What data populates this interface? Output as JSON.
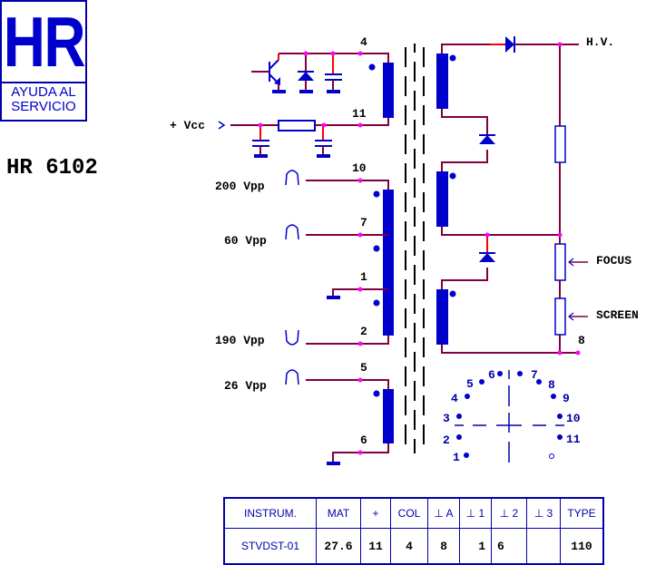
{
  "logo": {
    "mark": "HR",
    "subtitle_line1": "AYUDA AL",
    "subtitle_line2": "SERVICIO"
  },
  "model": "HR 6102",
  "colors": {
    "wire": "#800040",
    "wire_segment": "#ff0000",
    "component": "#0000cc",
    "junction": "#ff00ff",
    "core": "#000000"
  },
  "primary": {
    "supply_label": "+ Vcc",
    "pins_top": [
      {
        "pin": "4"
      },
      {
        "pin": "11"
      }
    ],
    "windings": [
      {
        "pin": "10",
        "signal": "200 Vpp",
        "pulse": "positive"
      },
      {
        "pin": "7",
        "signal": "60 Vpp",
        "pulse": "positive"
      },
      {
        "pin": "1",
        "signal": "",
        "pulse": "ground"
      },
      {
        "pin": "2",
        "signal": "190 Vpp",
        "pulse": "negative"
      },
      {
        "pin": "5",
        "signal": "26 Vpp",
        "pulse": "positive"
      },
      {
        "pin": "6",
        "signal": "",
        "pulse": "ground"
      }
    ]
  },
  "secondary": {
    "hv_label": "H.V.",
    "focus_label": "FOCUS",
    "screen_label": "SCREEN",
    "return_pin": "8"
  },
  "socket": {
    "pins": [
      "1",
      "2",
      "3",
      "4",
      "5",
      "6",
      "7",
      "8",
      "9",
      "10",
      "11"
    ]
  },
  "table": {
    "headers": [
      "INSTRUM.",
      "MAT",
      "+",
      "COL",
      "⊥ A",
      "⊥ 1",
      "⊥ 2",
      "⊥ 3",
      "TYPE"
    ],
    "values": [
      "STVDST-01",
      "27.6",
      "11",
      "4",
      "8",
      "1",
      "6",
      "",
      "110"
    ]
  }
}
